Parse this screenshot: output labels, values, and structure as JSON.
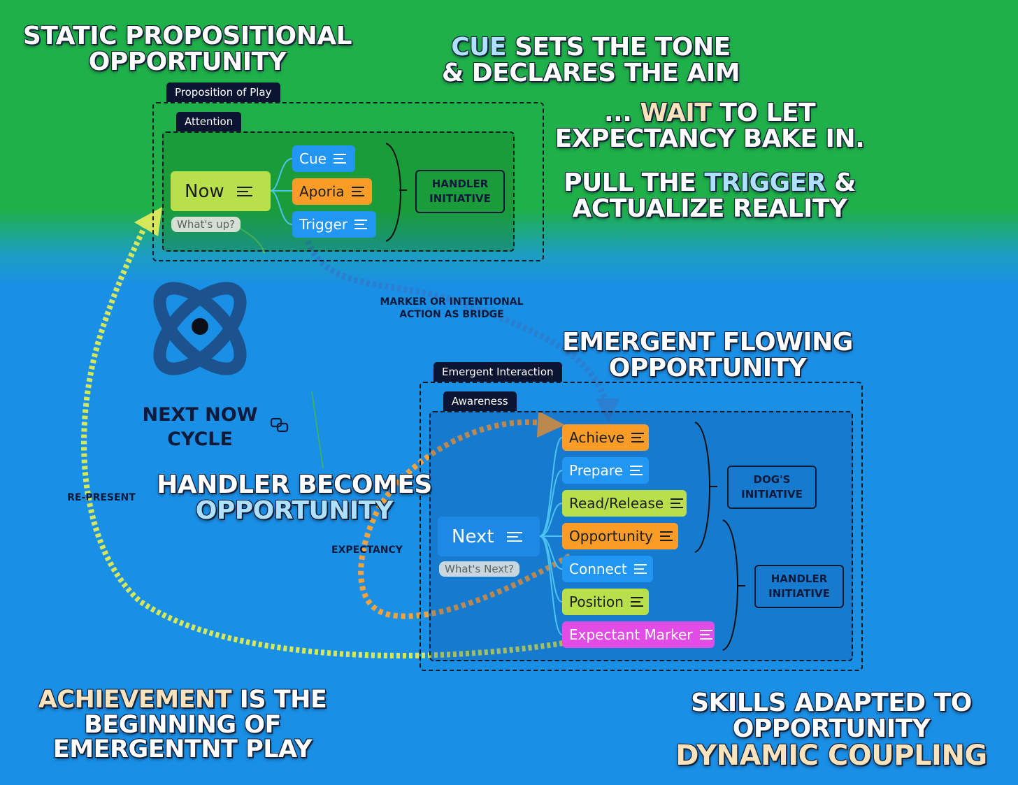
{
  "headings": {
    "static_line1": "STATIC PROPOSITIONAL",
    "static_line2": "OPPORTUNITY",
    "cue_word": "CUE",
    "cue_rest": " SETS THE TONE",
    "cue_line2": "& DECLARES THE AIM",
    "wait_prefix": "... ",
    "wait_word": "WAIT",
    "wait_rest": " TO LET",
    "wait_line2": "EXPECTANCY BAKE IN.",
    "pull_prefix": "PULL THE ",
    "pull_word": "TRIGGER",
    "pull_rest": " &",
    "pull_line2": "ACTUALIZE REALITY",
    "emergent_line1": "EMERGENT FLOWING",
    "emergent_line2": "OPPORTUNITY",
    "handler_line1": "HANDLER BECOMES",
    "handler_line2": "OPPORTUNITY",
    "achievement_word": "ACHIEVEMENT",
    "achievement_rest": " IS THE",
    "achievement_line2": "BEGINNING OF",
    "achievement_line3": "EMERGENTNT PLAY",
    "skills_line1": "SKILLS ADAPTED TO",
    "skills_line2": "OPPORTUNITY",
    "skills_line3": "DYNAMIC COUPLING"
  },
  "labels": {
    "marker_bridge_line1": "MARKER OR INTENTIONAL",
    "marker_bridge_line2": "ACTION AS BRIDGE",
    "next_now_line1": "NEXT NOW",
    "next_now_line2": "CYCLE",
    "re_present": "RE-PRESENT",
    "expectancy": "EXPECTANCY"
  },
  "top_map": {
    "outer_tag": "Proposition of Play",
    "inner_tag": "Attention",
    "root": "Now",
    "root_sub": "What's up?",
    "nodes": [
      "Cue",
      "Aporia",
      "Trigger"
    ],
    "initiative_line1": "HANDLER",
    "initiative_line2": "INITIATIVE"
  },
  "bottom_map": {
    "outer_tag": "Emergent Interaction",
    "inner_tag": "Awareness",
    "root": "Next",
    "root_sub": "What's Next?",
    "nodes": [
      "Achieve",
      "Prepare",
      "Read/Release",
      "Opportunity",
      "Connect",
      "Position",
      "Expectant Marker"
    ],
    "dog_initiative_line1": "DOG'S",
    "dog_initiative_line2": "INITIATIVE",
    "handler_initiative_line1": "HANDLER",
    "handler_initiative_line2": "INITIATIVE"
  },
  "colors": {
    "green_bg": "#1fb04a",
    "blue_bg": "#1a8fe6",
    "node_blue": "#2196f3",
    "node_orange": "#fb9c27",
    "node_lime": "#b8e04a",
    "node_magenta": "#e24ce6",
    "loop_dashes": "#d6e85a",
    "expectancy_dashes": "#f6a23c",
    "bridge_dashes": "#2a7fd0"
  },
  "icons": [
    "atom-icon",
    "link-icon",
    "note-lines-icon"
  ]
}
